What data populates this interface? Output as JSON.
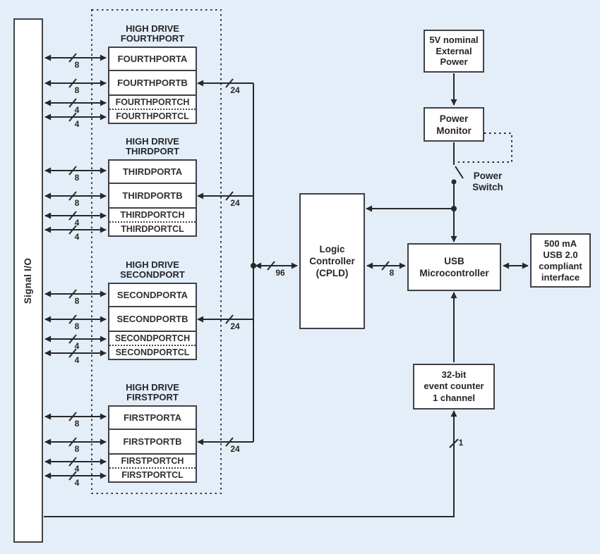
{
  "signal_io_label": "Signal I/O",
  "port_groups": [
    {
      "header1": "HIGH DRIVE",
      "header2": "FOURTHPORT",
      "port_a": "FOURTHPORTA",
      "port_b": "FOURTHPORTB",
      "port_ch": "FOURTHPORTCH",
      "port_cl": "FOURTHPORTCL",
      "width_a": "8",
      "width_b": "8",
      "width_ch": "4",
      "width_cl": "4",
      "bus_width": "24"
    },
    {
      "header1": "HIGH DRIVE",
      "header2": "THIRDPORT",
      "port_a": "THIRDPORTA",
      "port_b": "THIRDPORTB",
      "port_ch": "THIRDPORTCH",
      "port_cl": "THIRDPORTCL",
      "width_a": "8",
      "width_b": "8",
      "width_ch": "4",
      "width_cl": "4",
      "bus_width": "24"
    },
    {
      "header1": "HIGH DRIVE",
      "header2": "SECONDPORT",
      "port_a": "SECONDPORTA",
      "port_b": "SECONDPORTB",
      "port_ch": "SECONDPORTCH",
      "port_cl": "SECONDPORTCL",
      "width_a": "8",
      "width_b": "8",
      "width_ch": "4",
      "width_cl": "4",
      "bus_width": "24"
    },
    {
      "header1": "HIGH DRIVE",
      "header2": "FIRSTPORT",
      "port_a": "FIRSTPORTA",
      "port_b": "FIRSTPORTB",
      "port_ch": "FIRSTPORTCH",
      "port_cl": "FIRSTPORTCL",
      "width_a": "8",
      "width_b": "8",
      "width_ch": "4",
      "width_cl": "4",
      "bus_width": "24"
    }
  ],
  "buses": {
    "cpld_bus_width": "96",
    "mcu_bus_width": "8",
    "counter_bus_width": "1"
  },
  "logic_controller": {
    "line1": "Logic",
    "line2": "Controller",
    "line3": "(CPLD)"
  },
  "usb_microcontroller": {
    "line1": "USB",
    "line2": "Microcontroller"
  },
  "external_power": {
    "line1": "5V nominal",
    "line2": "External",
    "line3": "Power"
  },
  "power_monitor": {
    "line1": "Power",
    "line2": "Monitor"
  },
  "power_switch": {
    "line1": "Power",
    "line2": "Switch"
  },
  "usb_interface": {
    "line1": "500 mA",
    "line2": "USB 2.0",
    "line3": "compliant",
    "line4": "interface"
  },
  "event_counter": {
    "line1": "32-bit",
    "line2": "event counter",
    "line3": "1 channel"
  },
  "colors": {
    "background": "#e3eef8",
    "box_fill": "#ffffff",
    "box_border": "#414146",
    "line": "#28282a",
    "text": "#26262b"
  }
}
